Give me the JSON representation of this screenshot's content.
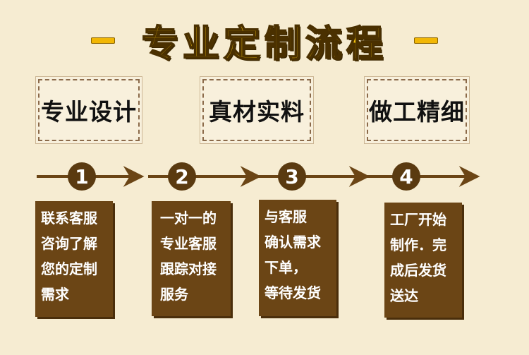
{
  "title": "专业定制流程",
  "stamps": [
    "专业设计",
    "真材实料",
    "做工精细"
  ],
  "steps": [
    {
      "num": "1",
      "lines": [
        "联系客服",
        "咨询了解",
        "您的定制",
        "需求"
      ]
    },
    {
      "num": "2",
      "lines": [
        "一对一的",
        "专业客服",
        "跟踪对接",
        "服务"
      ]
    },
    {
      "num": "3",
      "lines": [
        "与客服",
        "确认需求",
        "下单，",
        "等待发货"
      ]
    },
    {
      "num": "4",
      "lines": [
        "工厂开始",
        "制作．完",
        "成后发货",
        "送达"
      ]
    }
  ],
  "colors": {
    "accent": "#f4c20d",
    "brown": "#6b4515",
    "background": "#f6ecd2"
  }
}
